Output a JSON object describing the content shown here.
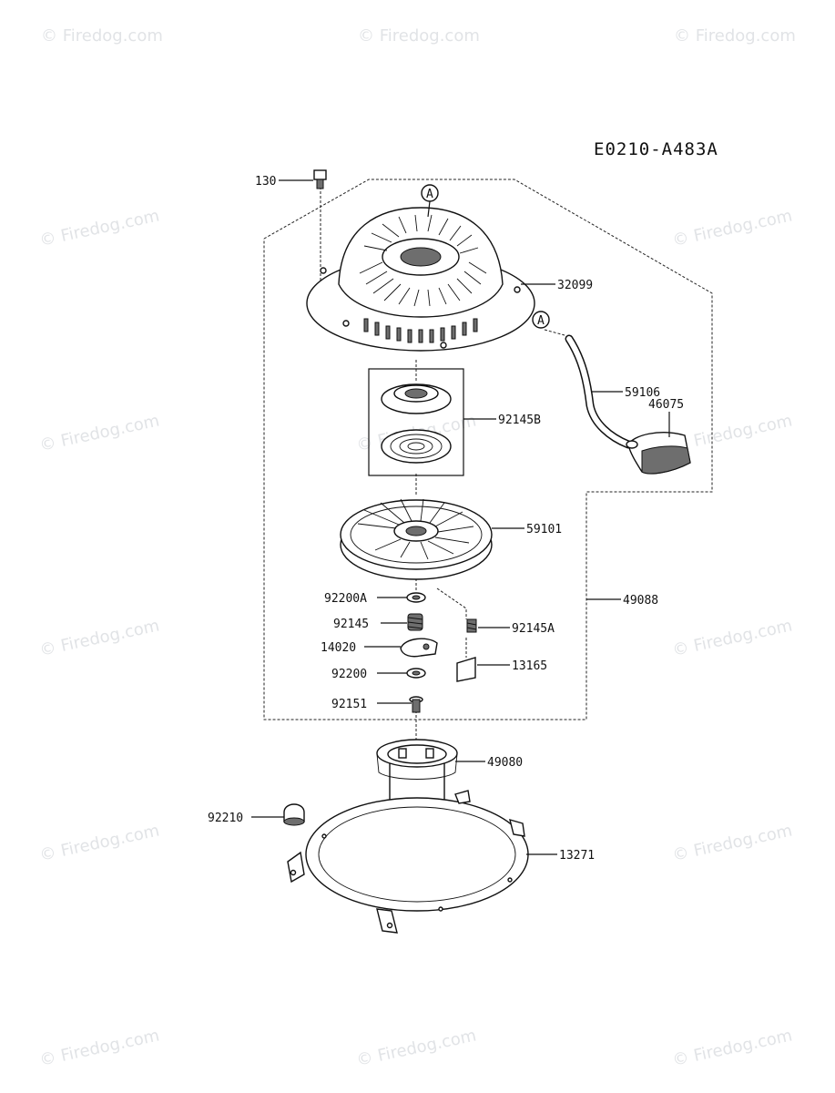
{
  "diagram_code": "E0210-A483A",
  "watermark": "© Firedog.com",
  "ref_marker": "A",
  "parts": {
    "p130": "130",
    "p32099": "32099",
    "p59106": "59106",
    "p46075": "46075",
    "p92145B": "92145B",
    "p59101": "59101",
    "p49088": "49088",
    "p92200A": "92200A",
    "p92145": "92145",
    "p92145A": "92145A",
    "p14020": "14020",
    "p13165": "13165",
    "p92200": "92200",
    "p92151": "92151",
    "p49080": "49080",
    "p92210": "92210",
    "p13271": "13271"
  }
}
